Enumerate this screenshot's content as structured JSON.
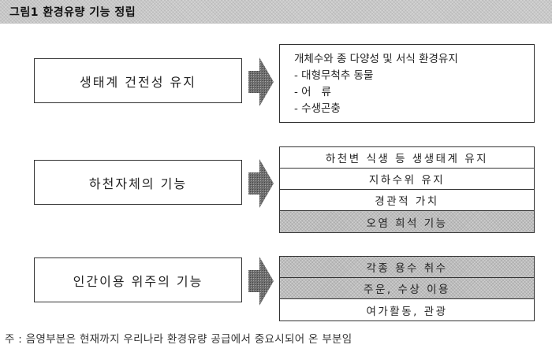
{
  "title": "그림1 환경유량 기능 정립",
  "colors": {
    "shade": "#bdbdbd",
    "border": "#333333",
    "title_bar": "#c9c9c9"
  },
  "groups": [
    {
      "label": "생태계 건전성 유지",
      "detail": {
        "heading": "개체수와 종 다양성 및 서식 환경유지",
        "items": [
          "- 대형무척추 동물",
          "- 어   류",
          "- 수생곤충"
        ]
      }
    },
    {
      "label": "하천자체의 기능",
      "rows": [
        {
          "text": "하천변 식생 등 생생태계 유지",
          "shaded": false
        },
        {
          "text": "지하수위 유지",
          "shaded": false
        },
        {
          "text": "경관적 가치",
          "shaded": false
        },
        {
          "text": "오염 희석 기능",
          "shaded": true
        }
      ]
    },
    {
      "label": "인간이용 위주의 기능",
      "rows": [
        {
          "text": "각종 용수 취수",
          "shaded": true
        },
        {
          "text": "주운, 수상 이용",
          "shaded": true
        },
        {
          "text": "여가활동, 관광",
          "shaded": false
        }
      ]
    }
  ],
  "note": "주 : 음영부분은 현재까지 우리나라 환경유량 공급에서 중요시되어 온 부분임"
}
